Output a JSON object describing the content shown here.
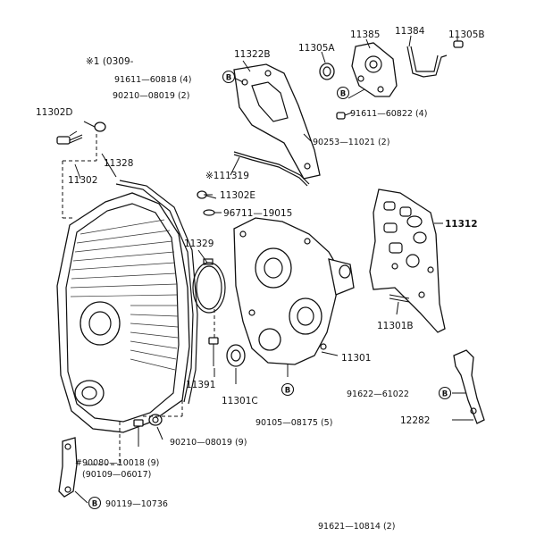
{
  "colors": {
    "highlight": "#f6ea00",
    "line": "#111111",
    "background": "#ffffff"
  },
  "labels": {
    "note_0309": "※1 (0309-",
    "p11322B": "11322B",
    "p11305A": "11305A",
    "p11385": "11385",
    "p11384": "11384",
    "p11305B": "11305B",
    "p91611_60818": "91611—60818 (4)",
    "p90210_08019_2": "90210—08019 (2)",
    "p11302D": "11302D",
    "p91611_60822": "91611—60822 (4)",
    "p90253_11021": "90253—11021 (2)",
    "p11328": "11328",
    "p111319": "※111319",
    "p11302": "11302",
    "p11302E": "11302E",
    "p96711_19015": "96711—19015",
    "p11312": "11312",
    "p11329": "11329",
    "p11301B": "11301B",
    "p11301": "11301",
    "p11391": "11391",
    "p11301C": "11301C",
    "p91622_61022": "91622—61022",
    "p90105_08175": "90105—08175 (5)",
    "p12282": "12282",
    "p90210_08019_9": "90210—08019 (9)",
    "p90080_10018": "#90080—10018 (9)",
    "p90109_06017": "(90109—06017)",
    "p90119_10736": "90119—10736",
    "p91621_10814": "91621—10814 (2)"
  },
  "markers": {
    "bolt_symbol": "B"
  },
  "icons": {
    "cover": "timing-cover-icon",
    "plate": "cover-plate-icon",
    "bracket": "bracket-icon",
    "bolt": "bolt-icon",
    "seal": "oil-seal-icon"
  }
}
